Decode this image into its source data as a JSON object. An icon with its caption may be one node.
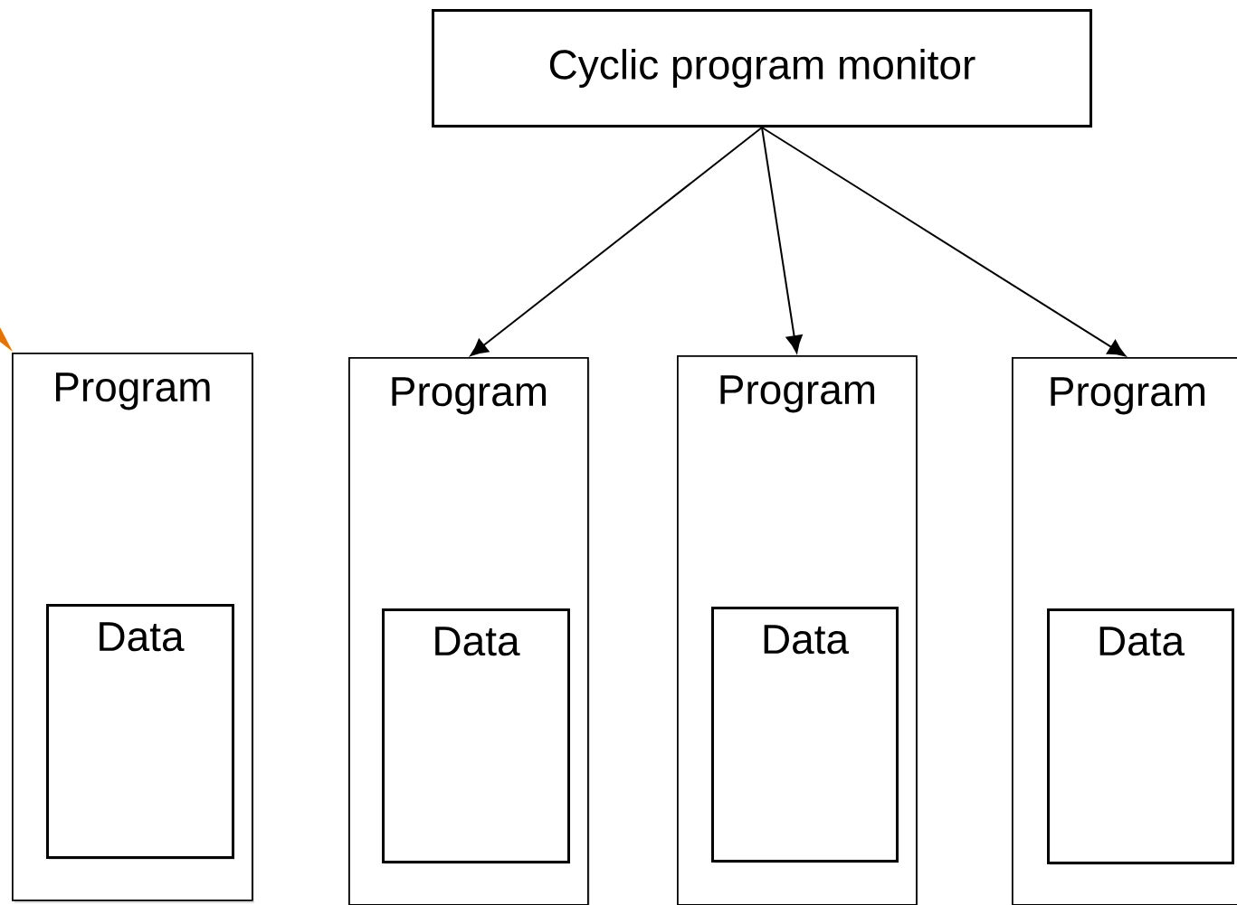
{
  "diagram": {
    "nodes": [
      {
        "text": [
          "Cyclic program monitor"
        ]
      },
      {
        "text": [
          "Program"
        ]
      },
      {
        "text": [
          "Data"
        ],
        "in": 1
      },
      {
        "text": [
          "Program"
        ]
      },
      {
        "text": [
          "Data"
        ],
        "in": 3
      },
      {
        "text": [
          "Program"
        ]
      },
      {
        "text": [
          "Data"
        ],
        "in": 5
      },
      {
        "text": [
          "Program"
        ]
      },
      {
        "text": [
          "Data"
        ],
        "in": 7
      }
    ],
    "edges": [
      {
        "from": 0,
        "to": 3,
        "arrow": "to"
      },
      {
        "from": 0,
        "to": 5,
        "arrow": "to"
      },
      {
        "from": 0,
        "to": 7,
        "arrow": "to"
      }
    ]
  }
}
